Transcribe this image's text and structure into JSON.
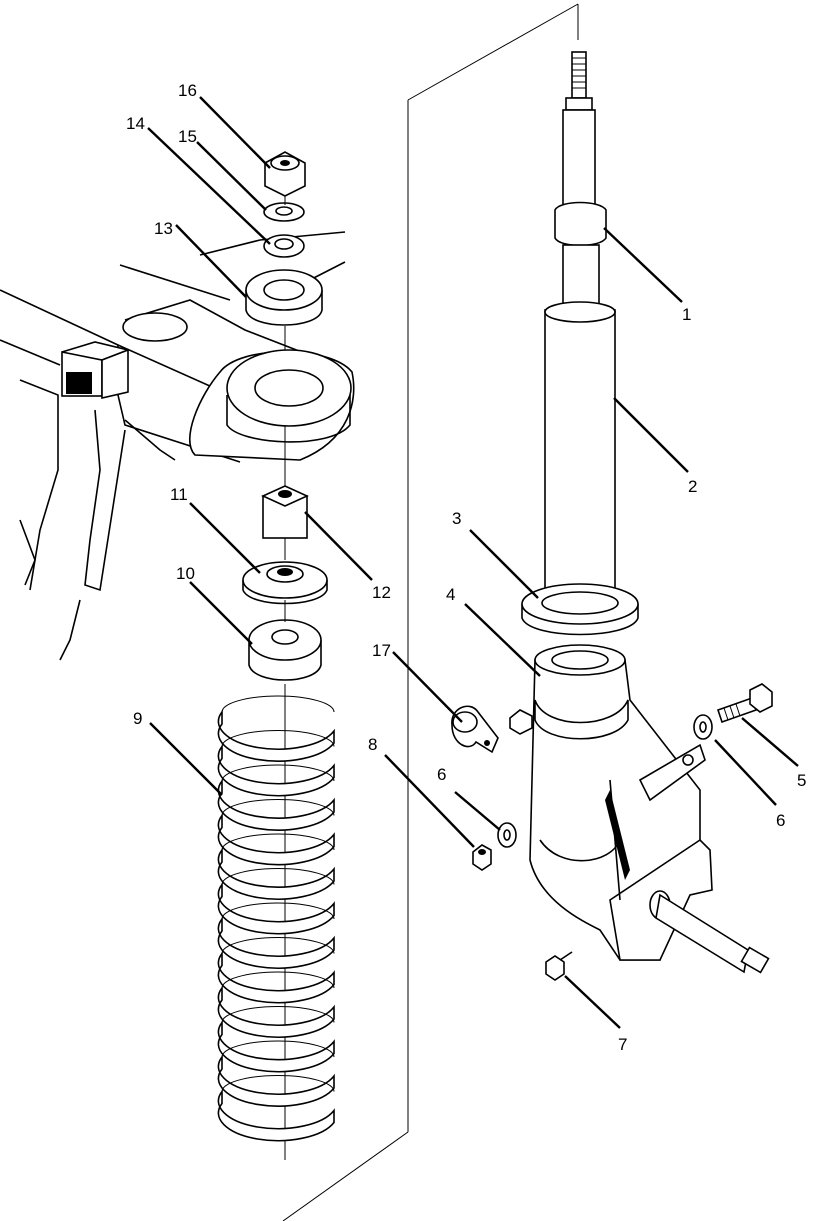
{
  "diagram": {
    "callouts": [
      "1",
      "2",
      "3",
      "4",
      "5",
      "6",
      "6",
      "7",
      "8",
      "9",
      "10",
      "11",
      "12",
      "13",
      "14",
      "15",
      "16",
      "17"
    ]
  }
}
